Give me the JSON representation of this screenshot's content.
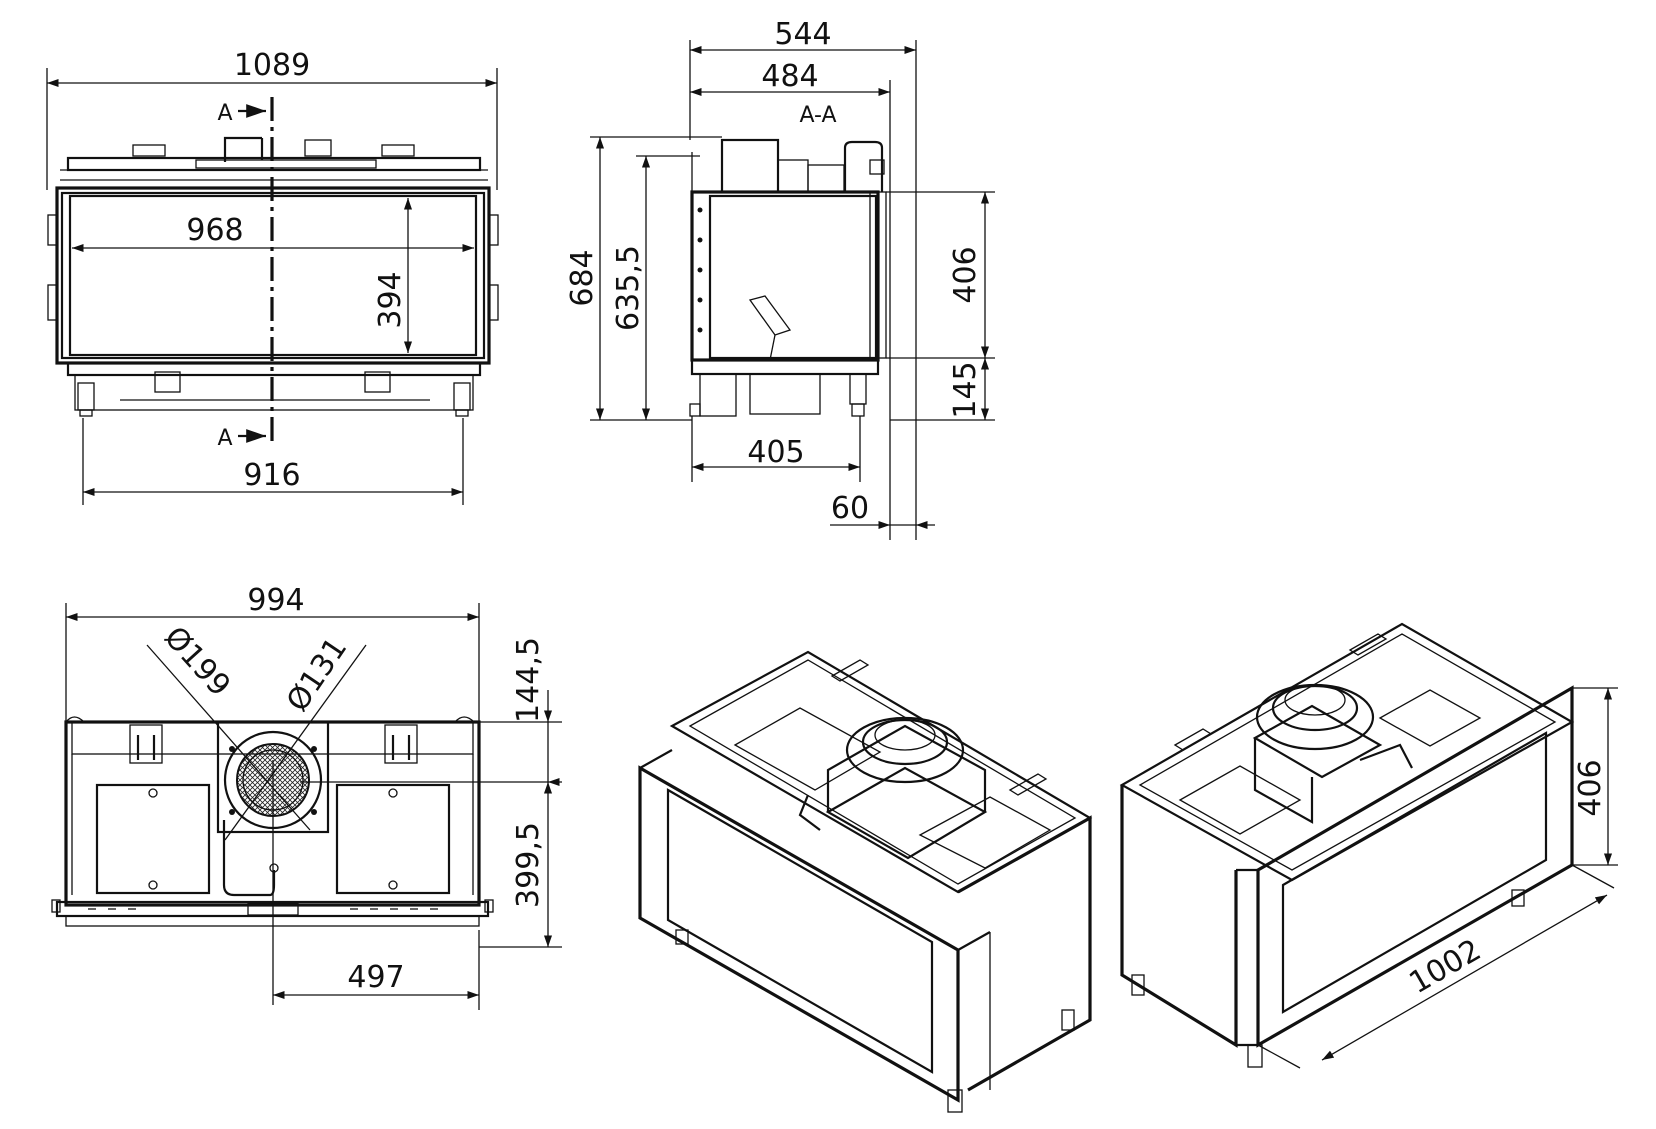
{
  "front_view": {
    "width_overall": "1089",
    "opening_width": "968",
    "opening_height": "394",
    "base_width": "916",
    "section_mark_top": "A",
    "section_mark_bottom": "A"
  },
  "section_view": {
    "title": "A-A",
    "depth_overall": "544",
    "depth_body": "484",
    "height_overall": "684",
    "height_body": "635,5",
    "opening_height": "406",
    "base_height": "145",
    "base_depth": "405",
    "offset": "60"
  },
  "top_view": {
    "width": "994",
    "flue_outer_diameter": "Ø199",
    "flue_inner_diameter": "Ø131",
    "flue_offset_back": "144,5",
    "flue_offset_front": "399,5",
    "flue_offset_side": "497"
  },
  "iso_view": {
    "opening_height": "406",
    "length": "1002"
  }
}
